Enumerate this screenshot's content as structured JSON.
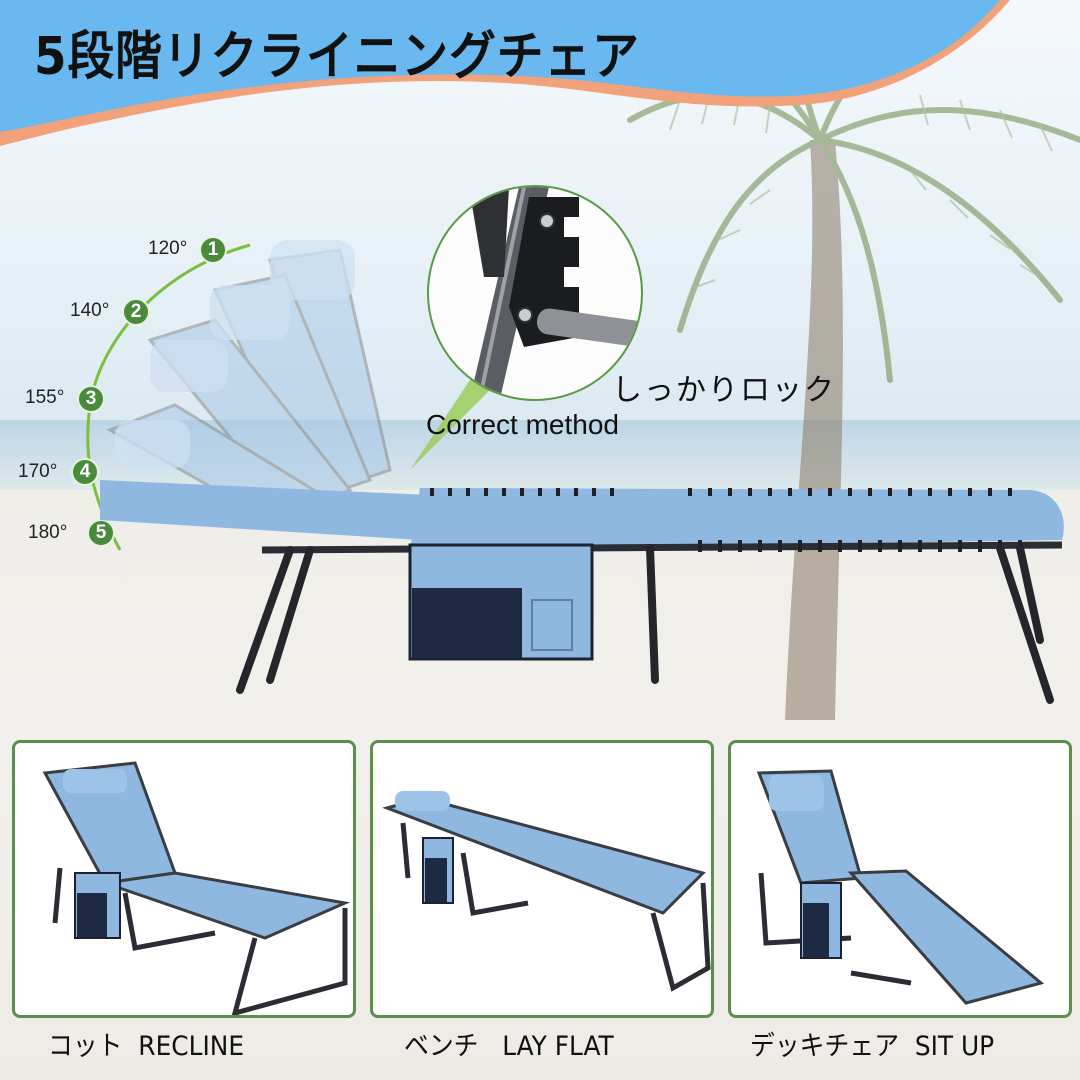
{
  "header": {
    "title": "5段階リクライニングチェア"
  },
  "recline_positions": [
    {
      "step": "1",
      "angle": "120°"
    },
    {
      "step": "2",
      "angle": "140°"
    },
    {
      "step": "3",
      "angle": "155°"
    },
    {
      "step": "4",
      "angle": "170°"
    },
    {
      "step": "5",
      "angle": "180°"
    }
  ],
  "lock_callout": {
    "label_jp": "しっかりロック",
    "label_en": "Correct method"
  },
  "modes": [
    {
      "name_jp": "コット",
      "name_en": "RECLINE",
      "caption": "コット  RECLINE"
    },
    {
      "name_jp": "ベンチ",
      "name_en": "LAY FLAT",
      "caption": "ベンチ   LAY FLAT"
    },
    {
      "name_jp": "デッキチェア",
      "name_en": "SIT UP",
      "caption": "デッキチェア  SIT UP"
    }
  ],
  "colors": {
    "header_blue": "#6ab8f0",
    "header_stripe": "#f2a27a",
    "badge_green": "#4a8a3c",
    "fabric_blue": "#8fb8e0",
    "frame_dark": "#2a2d33",
    "panel_border": "#5c8e4c"
  }
}
